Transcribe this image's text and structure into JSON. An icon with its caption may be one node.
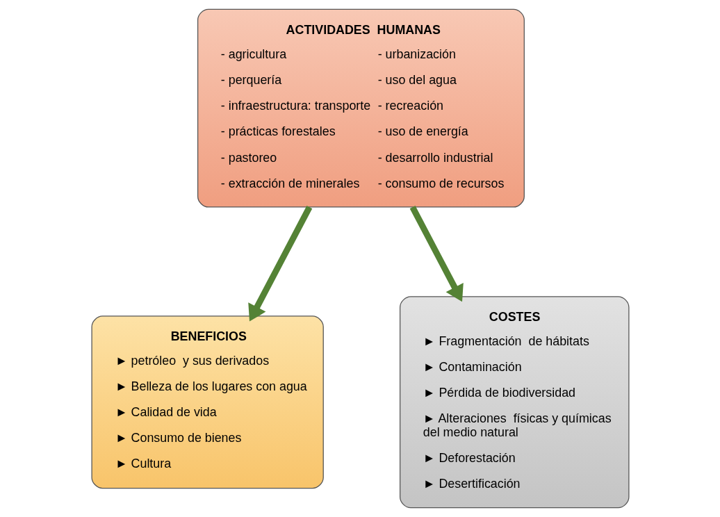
{
  "diagram": {
    "nodes": [
      {
        "text": [
          "ACTIVIDADES  HUMANAS",
          "- agricultura",
          "- perquería",
          "- infraestructura: transporte",
          "- prácticas forestales",
          "- pastoreo",
          "- extracción de minerales",
          "- urbanización",
          "- uso del agua",
          "- recreación",
          "- uso de energía",
          "- desarrollo industrial",
          "- consumo de recursos"
        ]
      },
      {
        "text": [
          "BENEFICIOS",
          "► petróleo  y sus derivados",
          "► Belleza de los lugares con agua",
          "► Calidad de vida",
          "► Consumo de bienes",
          "► Cultura"
        ]
      },
      {
        "text": [
          "COSTES",
          "► Fragmentación  de hábitats",
          "► Contaminación",
          "► Pérdida de biodiversidad",
          "► Alteraciones  físicas y químicas del medio natural",
          "► Deforestación",
          "► Desertificación"
        ]
      }
    ],
    "edges": [
      {
        "from": 0,
        "to": 1,
        "arrow": "to"
      },
      {
        "from": 0,
        "to": 2,
        "arrow": "to"
      }
    ]
  }
}
